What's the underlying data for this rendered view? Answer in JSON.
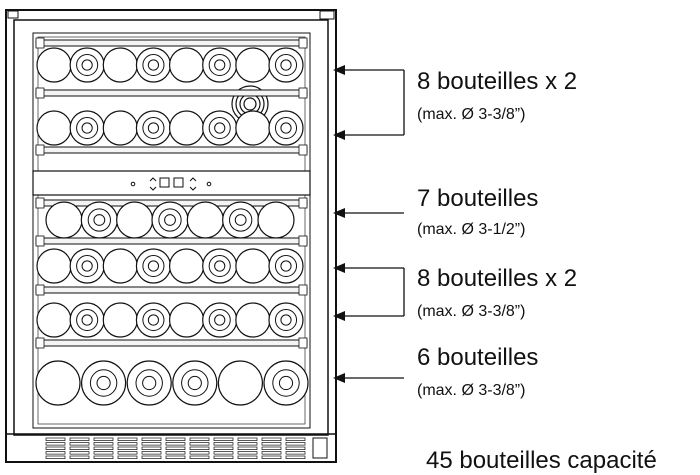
{
  "cabinet": {
    "colors": {
      "stroke": "#111111",
      "fill": "#ffffff",
      "shelf": "#f4f4f4",
      "panel": "#e6e6e6"
    }
  },
  "zones": [
    {
      "count_label": "8 bouteilles x 2",
      "size_label": "(max. Ø 3-3/8”)",
      "bracketed": true
    },
    {
      "count_label": "7 bouteilles",
      "size_label": "(max. Ø 3-1/2”)",
      "bracketed": false
    },
    {
      "count_label": "8 bouteilles x 2",
      "size_label": "(max. Ø 3-3/8”)",
      "bracketed": true
    },
    {
      "count_label": "6 bouteilles",
      "size_label": "(max. Ø 3-3/8”)",
      "bracketed": false
    }
  ],
  "total_label": "45 bouteilles capacité"
}
